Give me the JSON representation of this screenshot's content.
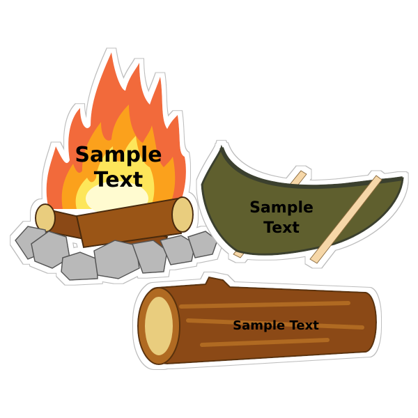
{
  "stickers": [
    {
      "name": "campfire",
      "lines": [
        "Sample",
        "Text"
      ]
    },
    {
      "name": "rowboat",
      "lines": [
        "Sample",
        "Text"
      ]
    },
    {
      "name": "log",
      "lines": [
        "Sample Text"
      ]
    }
  ],
  "colors": {
    "flame_outer": "#f26b3a",
    "flame_mid": "#fba11f",
    "flame_inner": "#fde65a",
    "flame_core": "#fffbd0",
    "rock": "#b9b9b9",
    "rock_stroke": "#555555",
    "wood": "#8b4a12",
    "wood_light": "#b06a22",
    "wood_end": "#e9cd7e",
    "boat": "#5f5f2f",
    "boat_dark": "#3b3f2e",
    "oar": "#f6d7a8"
  }
}
